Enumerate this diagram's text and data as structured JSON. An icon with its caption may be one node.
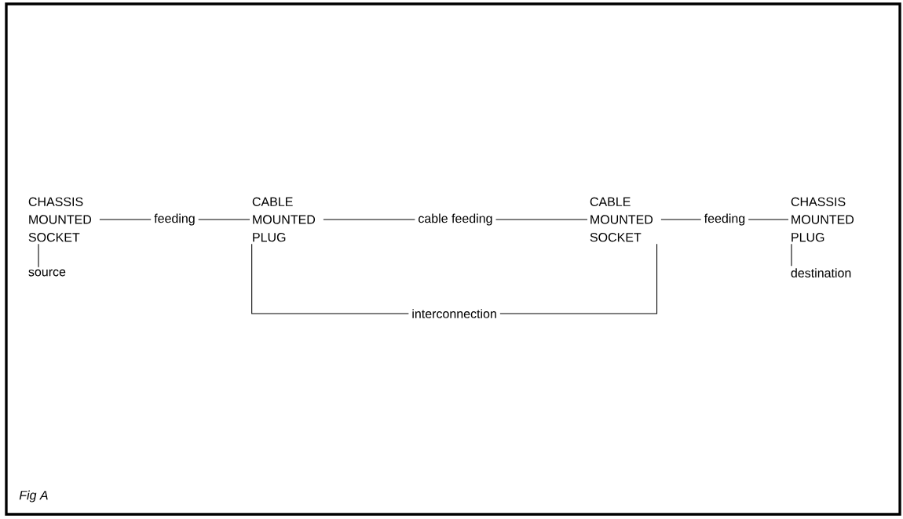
{
  "diagram": {
    "caption": "Fig A",
    "nodes": [
      {
        "text": [
          "CHASSIS MOUNTED SOCKET"
        ]
      },
      {
        "text": [
          "CABLE MOUNTED PLUG"
        ]
      },
      {
        "text": [
          "CABLE MOUNTED SOCKET"
        ]
      },
      {
        "text": [
          "CHASSIS MOUNTED PLUG"
        ]
      },
      {
        "text": [
          "source"
        ]
      },
      {
        "text": [
          "destination"
        ]
      }
    ],
    "edges": [
      {
        "from": 0,
        "to": 1,
        "arrow": "none",
        "label": "feeding"
      },
      {
        "from": 1,
        "to": 2,
        "arrow": "none",
        "label": "cable feeding"
      },
      {
        "from": 2,
        "to": 3,
        "arrow": "none",
        "label": "feeding"
      },
      {
        "from": 0,
        "to": 4,
        "arrow": "none"
      },
      {
        "from": 3,
        "to": 5,
        "arrow": "none"
      },
      {
        "from": 1,
        "to": 2,
        "arrow": "none",
        "label": "interconnection"
      }
    ]
  }
}
